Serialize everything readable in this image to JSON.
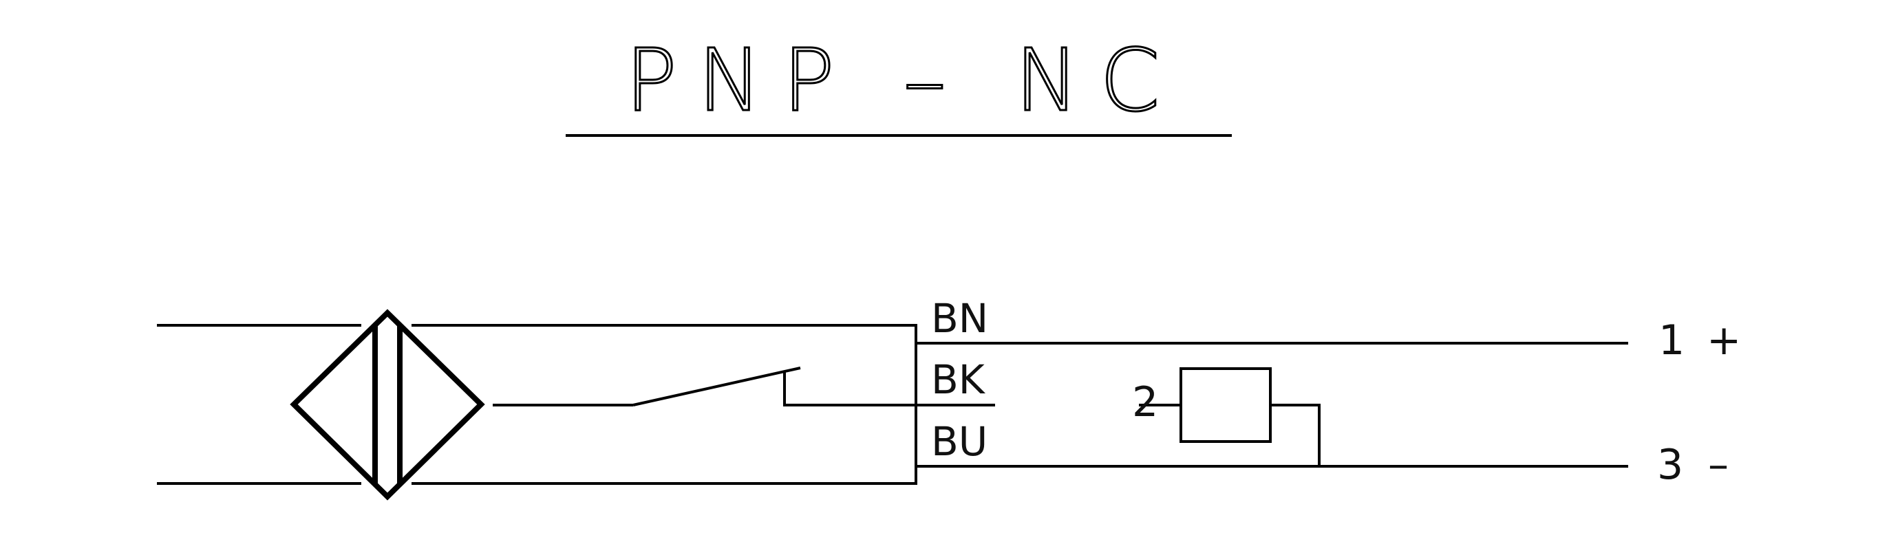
{
  "diagram": {
    "title": "PNP – NC",
    "wire_labels": {
      "brown": "BN",
      "black": "BK",
      "blue": "BU"
    },
    "terminals": {
      "positive_number": "1",
      "positive_sign": "+",
      "output_number": "2",
      "negative_number": "3",
      "negative_sign": "–"
    },
    "components": {
      "sensor": "inductive-proximity-sensor-symbol",
      "switch": "normally-closed-contact",
      "load": "load-resistor"
    },
    "colors": {
      "line": "#000000",
      "background": "#ffffff"
    }
  }
}
